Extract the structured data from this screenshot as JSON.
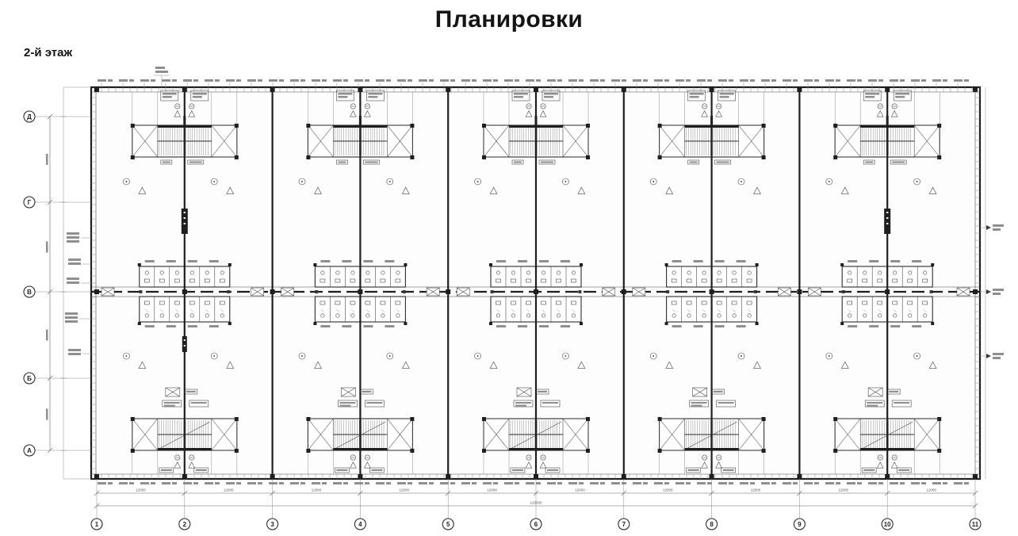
{
  "page": {
    "title": "Планировки",
    "floor_label": "2-й этаж"
  },
  "plan": {
    "bottom_axes": [
      "1",
      "2",
      "3",
      "4",
      "5",
      "6",
      "7",
      "8",
      "9",
      "10",
      "11"
    ],
    "left_axes": [
      "Д",
      "Г",
      "В",
      "Б",
      "А"
    ],
    "dimensions": {
      "bays": [
        "12000",
        "12000",
        "12000",
        "12000",
        "12000",
        "12000",
        "12000",
        "12000",
        "12000",
        "12000"
      ],
      "total": "120000"
    },
    "colors": {
      "line_dark": "#1f1f1f",
      "line_gray": "#8c8c8c",
      "paper": "#ffffff"
    }
  }
}
